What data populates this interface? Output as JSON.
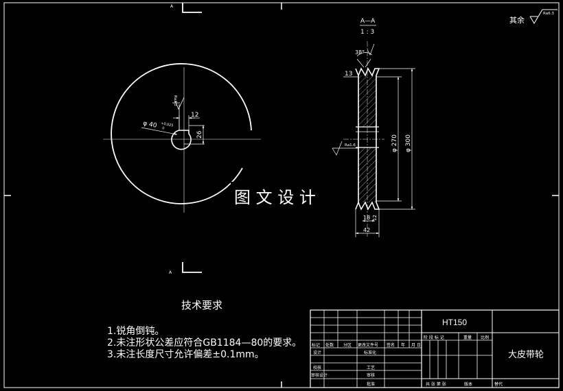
{
  "sheet": {
    "top_marker": "A",
    "bottom_marker": "A",
    "roughness_note": "其余",
    "roughness_value": "Ra6.3"
  },
  "section_view": {
    "label": "A—A",
    "scale": "1 : 3",
    "angle": "38°",
    "rim_width": "13",
    "bore_roughness": "Ra1.6",
    "dia_inner": "φ 270",
    "dia_outer": "φ 300",
    "groove_pitch": "18",
    "groove_end": "12",
    "overall_width": "42"
  },
  "front_view": {
    "key_roughness": "Ra3.2",
    "key_width": "12",
    "bore_dia": "φ 40",
    "bore_tol_upper": "+0.025",
    "bore_tol_lower": "0",
    "key_depth": "26"
  },
  "watermark": "图 文 设 计",
  "tech_requirements": {
    "title": "技术要求",
    "items": [
      "1.锐角倒钝。",
      "2.未注形状公差应符合GB1184—80的要求。",
      "3.未注长度尺寸允许偏差±0.1mm。"
    ]
  },
  "title_block": {
    "material": "HT150",
    "part_name": "大皮带轮",
    "row_headers": [
      "标记",
      "处数",
      "分区",
      "更改文件号",
      "签名",
      "年",
      "月",
      "日"
    ],
    "left_labels": [
      "设计",
      "校核",
      "审核设计"
    ],
    "mid_labels": [
      "标准化",
      "工艺",
      "审核",
      "批准"
    ],
    "stage_header": "阶 段 标 记",
    "weight_header": "重量",
    "scale_header": "比例",
    "sheet_label": "共  张 第  张",
    "version_label": "版本",
    "replace_label": "替代"
  },
  "colors": {
    "line": "#ffffff",
    "background": "#000000"
  }
}
